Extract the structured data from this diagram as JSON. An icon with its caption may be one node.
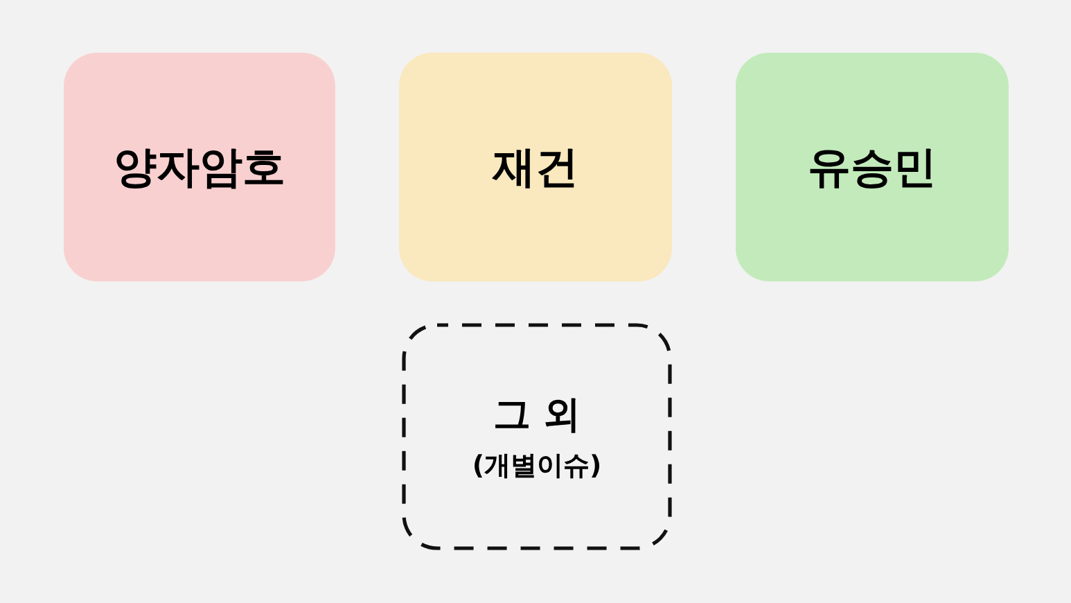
{
  "diagram": {
    "nodes": [
      {
        "text": [
          "양자암호"
        ]
      },
      {
        "text": [
          "재건"
        ]
      },
      {
        "text": [
          "유승민"
        ]
      },
      {
        "text": [
          "그 외",
          "(개별이슈)"
        ]
      }
    ]
  }
}
